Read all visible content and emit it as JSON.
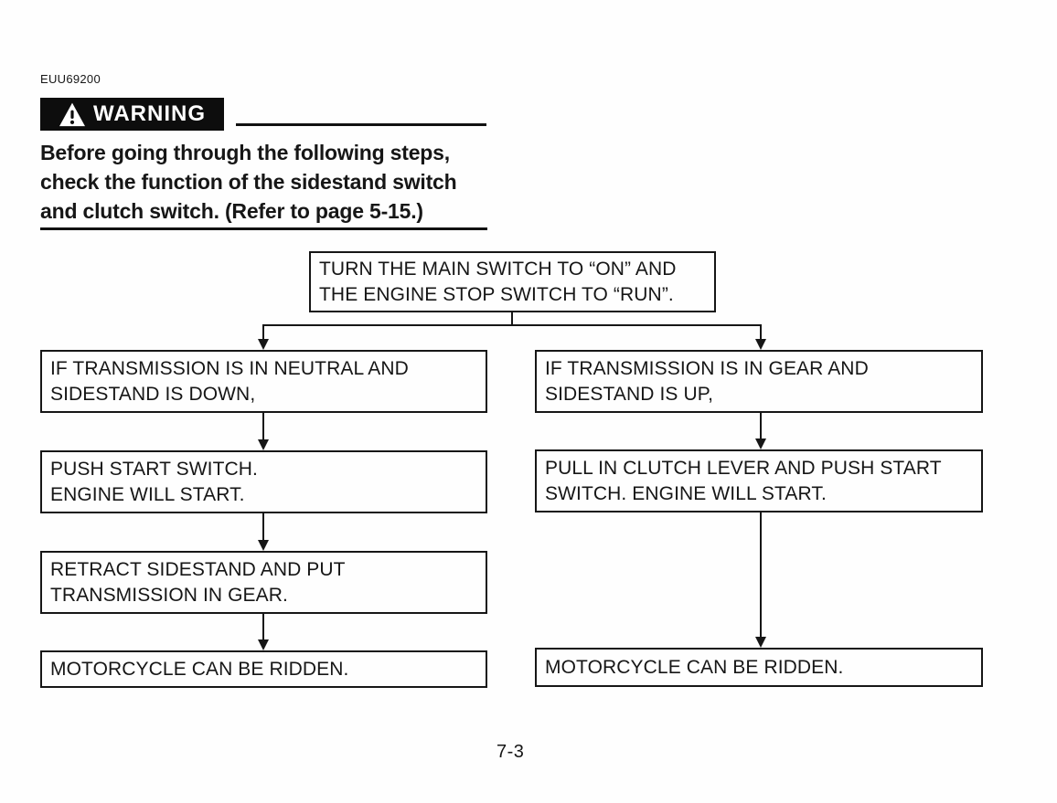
{
  "page": {
    "code": "EUU69200",
    "page_number": "7-3"
  },
  "warning": {
    "icon": "warning-triangle-icon",
    "label": "WARNING",
    "text_lines": [
      "Before going through the following steps,",
      "check the function of the sidestand switch",
      "and clutch switch. (Refer to page 5-15.)"
    ]
  },
  "flowchart": {
    "root": {
      "lines": [
        "TURN THE MAIN SWITCH TO “ON” AND",
        "THE ENGINE STOP SWITCH TO “RUN”."
      ]
    },
    "left_branch": {
      "steps": [
        {
          "lines": [
            "IF TRANSMISSION IS IN NEUTRAL AND",
            "SIDESTAND IS DOWN,"
          ]
        },
        {
          "lines": [
            "PUSH START SWITCH.",
            "ENGINE WILL START."
          ]
        },
        {
          "lines": [
            "RETRACT SIDESTAND AND PUT",
            "TRANSMISSION IN GEAR."
          ]
        },
        {
          "lines": [
            "MOTORCYCLE CAN BE RIDDEN."
          ]
        }
      ]
    },
    "right_branch": {
      "steps": [
        {
          "lines": [
            "IF TRANSMISSION IS IN GEAR AND",
            "SIDESTAND IS UP,"
          ]
        },
        {
          "lines": [
            "PULL IN CLUTCH LEVER AND PUSH START",
            "SWITCH. ENGINE WILL START."
          ]
        },
        {
          "lines": [
            "MOTORCYCLE CAN BE RIDDEN."
          ]
        }
      ]
    }
  },
  "colors": {
    "ink": "#161616",
    "paper": "#fefefe",
    "warning_bg": "#0d0d0d",
    "warning_fg": "#ffffff"
  }
}
